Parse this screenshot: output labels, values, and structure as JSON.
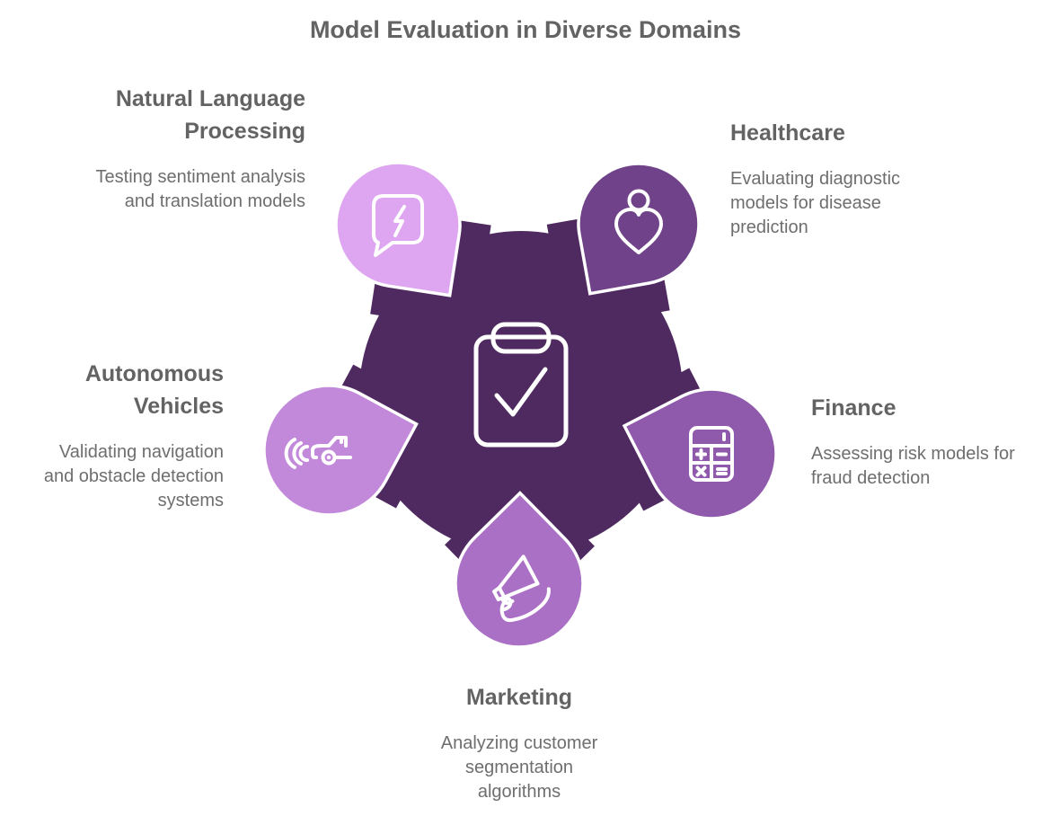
{
  "title": "Model Evaluation in Diverse Domains",
  "center": {
    "name": "model-evaluation-hub",
    "icon": "clipboard-check-icon",
    "color": "#4f2a60"
  },
  "petals": [
    {
      "id": "nlp",
      "label": "Natural Language Processing",
      "description": "Testing sentiment analysis and translation models",
      "icon": "speech-bubble-bolt-icon",
      "color": "#dea6f0"
    },
    {
      "id": "healthcare",
      "label": "Healthcare",
      "description": "Evaluating diagnostic models for disease prediction",
      "icon": "person-heart-icon",
      "color": "#6f4289"
    },
    {
      "id": "finance",
      "label": "Finance",
      "description": "Assessing risk models for fraud detection",
      "icon": "calculator-icon",
      "color": "#8f5aab"
    },
    {
      "id": "marketing",
      "label": "Marketing",
      "description": "Analyzing customer segmentation algorithms",
      "icon": "megaphone-hand-icon",
      "color": "#aa70c5"
    },
    {
      "id": "autonomous_vehicles",
      "label": "Autonomous Vehicles",
      "description": "Validating navigation and obstacle detection systems",
      "icon": "car-signal-icon",
      "color": "#c289da"
    }
  ],
  "text_colors": {
    "heading": "#636363",
    "body": "#6e6e6e"
  }
}
